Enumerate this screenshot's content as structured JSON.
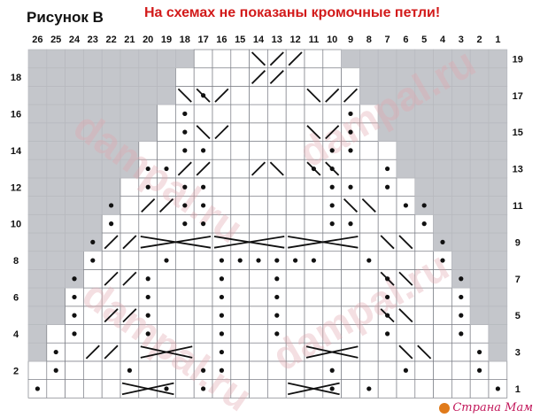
{
  "header": {
    "title": "Рисунок В",
    "note": "На схемах не показаны кромочные петли!"
  },
  "watermark": {
    "site_text": "dampal.ru",
    "corner_text": "Страна Мам"
  },
  "colors": {
    "background_cell": "#c4c6cb",
    "pattern_cell": "#ffffff",
    "grid_line": "#7c7f86",
    "ink": "#111111",
    "note_red": "#d21a1a",
    "watermark_pink": "#e2a6ad"
  },
  "chart_data": {
    "type": "diagram",
    "columns": [
      "26",
      "25",
      "24",
      "23",
      "22",
      "21",
      "20",
      "19",
      "18",
      "17",
      "16",
      "15",
      "14",
      "13",
      "12",
      "11",
      "10",
      "9",
      "8",
      "7",
      "6",
      "5",
      "4",
      "3",
      "2",
      "1"
    ],
    "rows_left": [
      "18",
      "16",
      "14",
      "12",
      "10",
      "8",
      "6",
      "4",
      "2"
    ],
    "rows_right": [
      "19",
      "17",
      "15",
      "13",
      "11",
      "9",
      "7",
      "5",
      "3",
      "1"
    ],
    "legend_symbols": [
      "white cell",
      "gray cell",
      "dot",
      "slash"
    ]
  }
}
